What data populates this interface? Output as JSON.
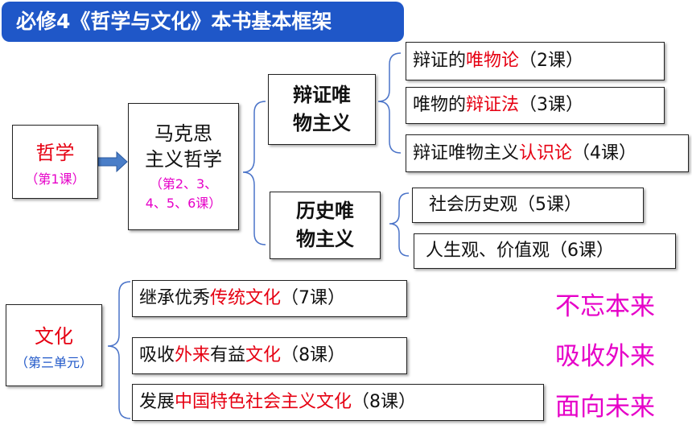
{
  "title": "必修4《哲学与文化》本书基本框架",
  "philosophy": {
    "label": "哲学",
    "lesson": "（第1课）"
  },
  "marxism": {
    "line1": "马克思",
    "line2": "主义哲学",
    "lessons1": "（第2、3、",
    "lessons2": "4、5、6课）"
  },
  "dialectical": {
    "line1": "辩证唯",
    "line2": "物主义",
    "items": [
      {
        "pre": "辩证的",
        "hl": "唯物论",
        "post": "（2课）"
      },
      {
        "pre": "唯物的",
        "hl": "辩证法",
        "post": "（3课）"
      },
      {
        "pre": "辩证唯物主义",
        "hl": "认识论",
        "post": "（4课）"
      }
    ]
  },
  "historical": {
    "line1": "历史唯",
    "line2": "物主义",
    "items": [
      "社会历史观（5课）",
      "人生观、价值观（6课）"
    ]
  },
  "culture": {
    "label": "文化",
    "unit": "（第三单元）",
    "items": [
      {
        "pre": "继承优秀",
        "hl": "传统文化",
        "post": "（7课）"
      },
      {
        "pre": "吸收",
        "hl": "外来",
        "mid": "有益",
        "hl2": "文化",
        "post": "（8课）"
      },
      {
        "pre": "发展",
        "hl": "中国特色社会主义文化",
        "post": "（8课）"
      }
    ]
  },
  "slogans": [
    "不忘本来",
    "吸收外来",
    "面向未来"
  ],
  "colors": {
    "title_bg": "#1f57c8",
    "highlight": "#e60012",
    "accent": "#e600c8",
    "arrow": "#4a7ec8"
  }
}
